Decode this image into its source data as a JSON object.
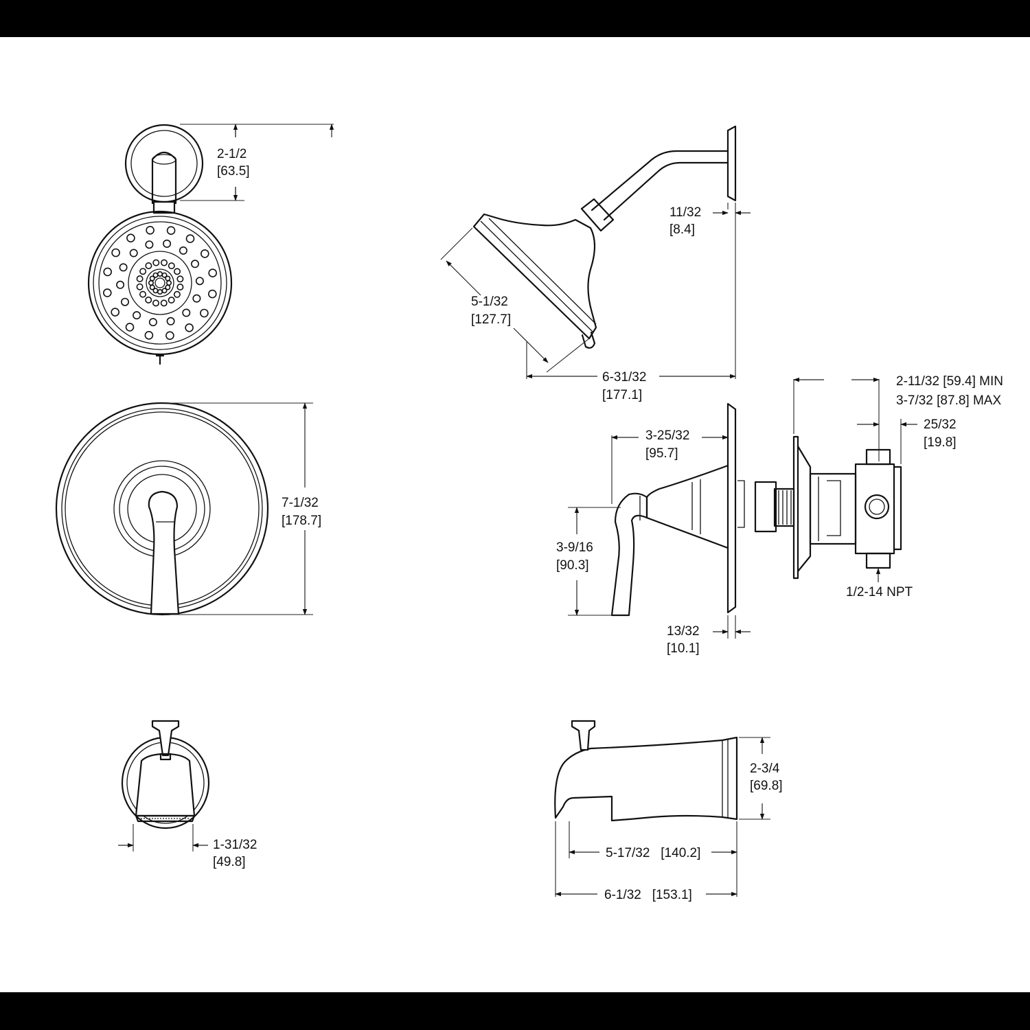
{
  "colors": {
    "background": "#ffffff",
    "frame": "#000000",
    "line": "#111111"
  },
  "dimensions": {
    "arm_flange_height": {
      "imperial": "2-1/2",
      "metric": "[63.5]"
    },
    "flange_offset": {
      "imperial": "11/32",
      "metric": "[8.4]"
    },
    "head_diameter": {
      "imperial": "5-1/32",
      "metric": "[127.7]"
    },
    "arm_projection": {
      "imperial": "6-31/32",
      "metric": "[177.1]"
    },
    "trim_plate_diameter": {
      "imperial": "7-1/32",
      "metric": "[178.7]"
    },
    "handle_projection": {
      "imperial": "3-25/32",
      "metric": "[95.7]"
    },
    "handle_height": {
      "imperial": "3-9/16",
      "metric": "[90.3]"
    },
    "plate_thickness": {
      "imperial": "13/32",
      "metric": "[10.1]"
    },
    "valve_depth_min": "2-11/32 [59.4] MIN",
    "valve_depth_max": "3-7/32 [87.8] MAX",
    "valve_offset": {
      "imperial": "25/32",
      "metric": "[19.8]"
    },
    "npt": "1/2-14 NPT",
    "spout_width": {
      "imperial": "1-31/32",
      "metric": "[49.8]"
    },
    "spout_height": {
      "imperial": "2-3/4",
      "metric": "[69.8]"
    },
    "spout_reach": "5-17/32   [140.2]",
    "spout_length": "6-1/32   [153.1]"
  }
}
